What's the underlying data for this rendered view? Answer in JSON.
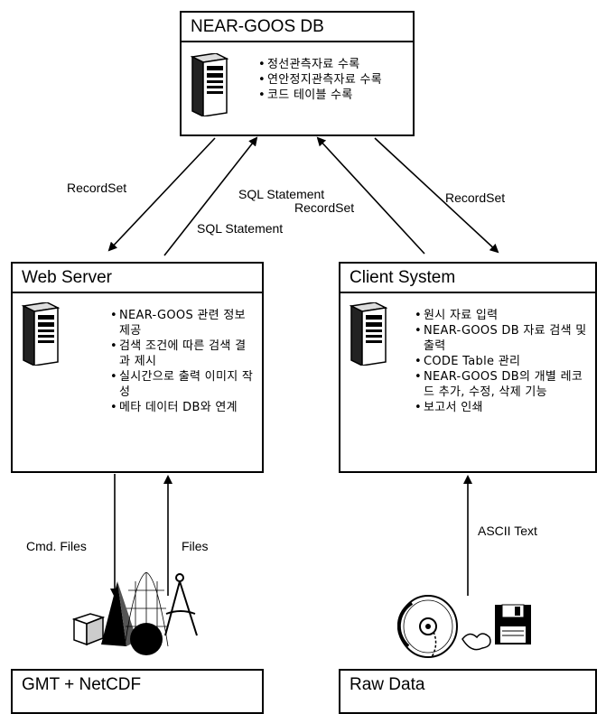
{
  "db": {
    "title": "NEAR-GOOS DB",
    "items": [
      "정선관측자료 수록",
      "연안정지관측자료 수록",
      "코드 테이블 수록"
    ]
  },
  "web": {
    "title": "Web Server",
    "items": [
      "NEAR-GOOS 관련 정보 제공",
      "검색 조건에 따른 검색 결과 제시",
      "실시간으로 출력 이미지 작성",
      "메타 데이터 DB와 연계"
    ]
  },
  "client": {
    "title": "Client System",
    "items": [
      "원시 자료 입력",
      "NEAR-GOOS DB 자료 검색 및 출력",
      "CODE Table 관리",
      "NEAR-GOOS DB의 개별 레코드 추가, 수정, 삭제 기능",
      "보고서 인쇄"
    ]
  },
  "gmt": {
    "title": "GMT + NetCDF"
  },
  "raw": {
    "title": "Raw Data"
  },
  "labels": {
    "recordset_left": "RecordSet",
    "sql_left": "SQL Statement",
    "sql_right": "SQL Statement",
    "recordset_mid": "RecordSet",
    "recordset_right": "RecordSet",
    "cmd_files": "Cmd. Files",
    "files": "Files",
    "ascii": "ASCII Text"
  },
  "icons": [
    "server-tower-icon",
    "graphics-tools-icon",
    "cd-disc-icon",
    "floppy-disk-icon"
  ],
  "colors": {
    "line": "#000000",
    "background": "#ffffff"
  }
}
